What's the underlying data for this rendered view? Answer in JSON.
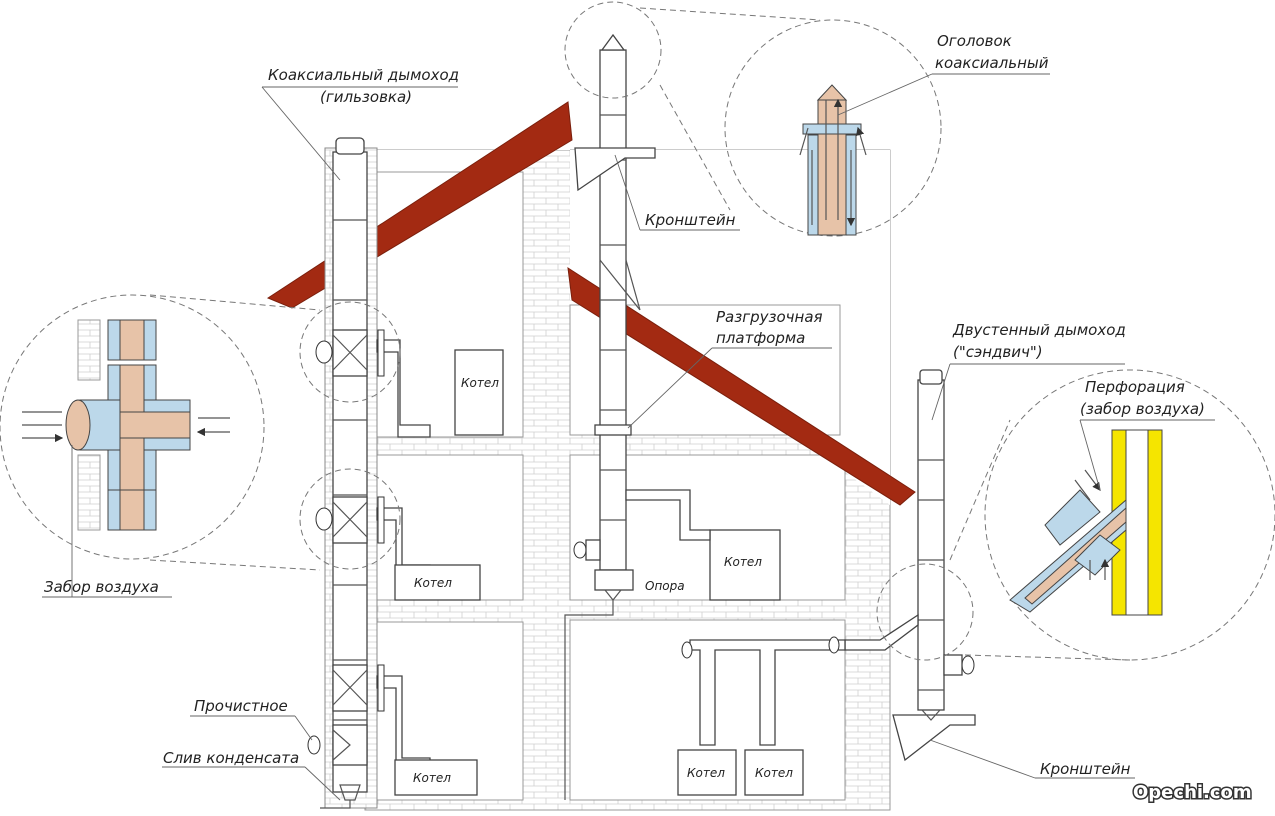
{
  "labels": {
    "coaxial_chimney_line1": "Коаксиальный дымоход",
    "coaxial_chimney_line2": "(гильзовка)",
    "coaxial_head_line1": "Оголовок",
    "coaxial_head_line2": "коаксиальный",
    "bracket_top": "Кронштейн",
    "unload_platform_line1": "Разгрузочная",
    "unload_platform_line2": "платформа",
    "double_wall_line1": "Двустенный дымоход",
    "double_wall_line2": "(\"сэндвич\")",
    "perforation_line1": "Перфорация",
    "perforation_line2": "(забор воздуха)",
    "air_intake": "Забор воздуха",
    "cleanout": "Прочистное",
    "condensate_drain": "Слив конденсата",
    "bracket_bottom": "Кронштейн",
    "support": "Опора",
    "boiler": "Котел"
  },
  "watermark": "Opechi.com",
  "colors": {
    "roof": "#a32a12",
    "warm_flow": "#e7c3a8",
    "cold_flow": "#bcd8ea",
    "sandwich_insulation": "#f5e500",
    "brick_line": "#c8c8c8"
  }
}
